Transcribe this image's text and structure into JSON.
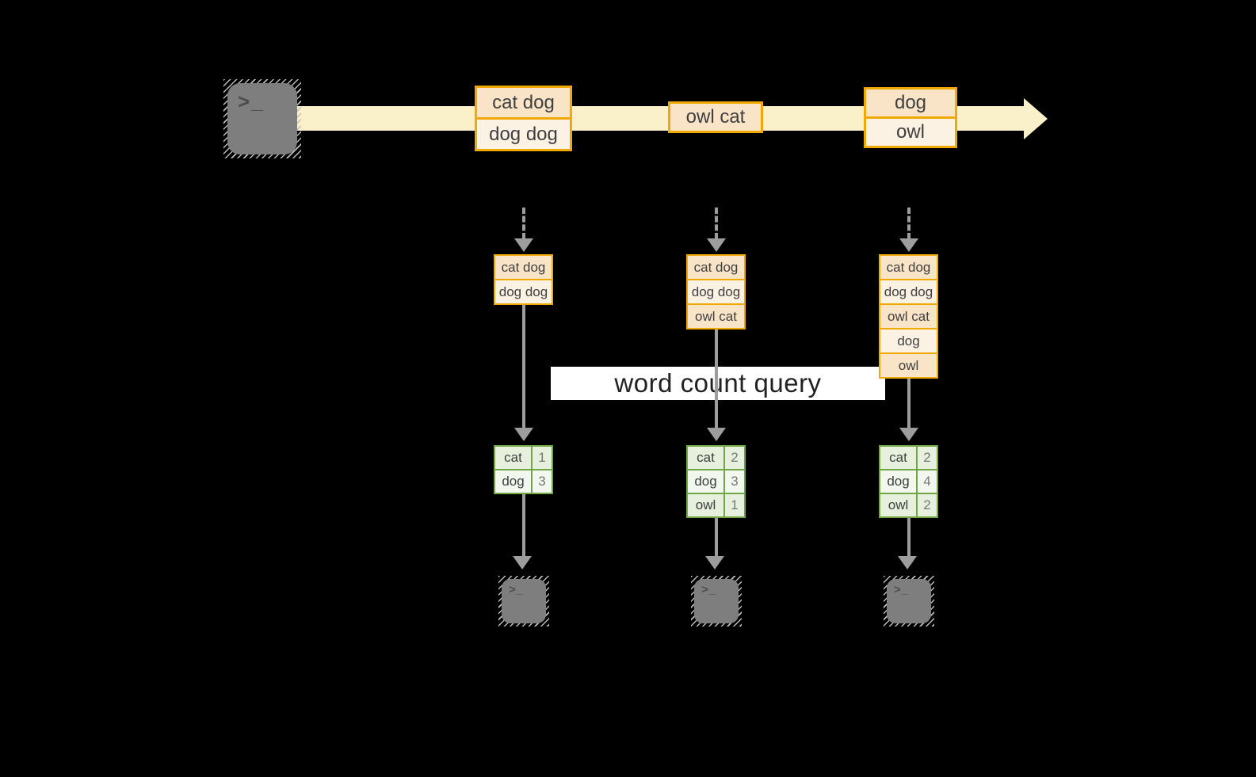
{
  "query_label": "word count query",
  "prompt_glyph": ">_",
  "stream_batches": [
    {
      "cells": [
        "cat dog",
        "dog dog"
      ]
    },
    {
      "cells": [
        "owl cat"
      ]
    },
    {
      "cells": [
        "dog",
        "owl"
      ]
    }
  ],
  "state_tables": [
    {
      "cells": [
        "cat dog",
        "dog dog"
      ]
    },
    {
      "cells": [
        "cat dog",
        "dog dog",
        "owl cat"
      ]
    },
    {
      "cells": [
        "cat dog",
        "dog dog",
        "owl cat",
        "dog",
        "owl"
      ]
    }
  ],
  "result_tables": [
    {
      "rows": [
        {
          "word": "cat",
          "count": "1"
        },
        {
          "word": "dog",
          "count": "3"
        }
      ]
    },
    {
      "rows": [
        {
          "word": "cat",
          "count": "2"
        },
        {
          "word": "dog",
          "count": "3"
        },
        {
          "word": "owl",
          "count": "1"
        }
      ]
    },
    {
      "rows": [
        {
          "word": "cat",
          "count": "2"
        },
        {
          "word": "dog",
          "count": "4"
        },
        {
          "word": "owl",
          "count": "2"
        }
      ]
    }
  ],
  "colors": {
    "background": "#000000",
    "stream_fill": "#FAF0C9",
    "box_border": "#F0A802",
    "cell_fill_dark": "#FAE4C8",
    "cell_fill_light": "#FCF2E4",
    "table_border": "#6EA744",
    "table_fill_dark": "#E6F0DD",
    "table_fill_light": "#F3F8EF",
    "arrow": "#9D9D9D",
    "terminal_fill": "#7E7E7E",
    "terminal_hatch": "#BDBDBD",
    "glyph": "#4D4D4D",
    "text": "#3F3F3F",
    "count_text": "#777777",
    "label_bg": "#FFFFFF",
    "label_text": "#222222"
  }
}
